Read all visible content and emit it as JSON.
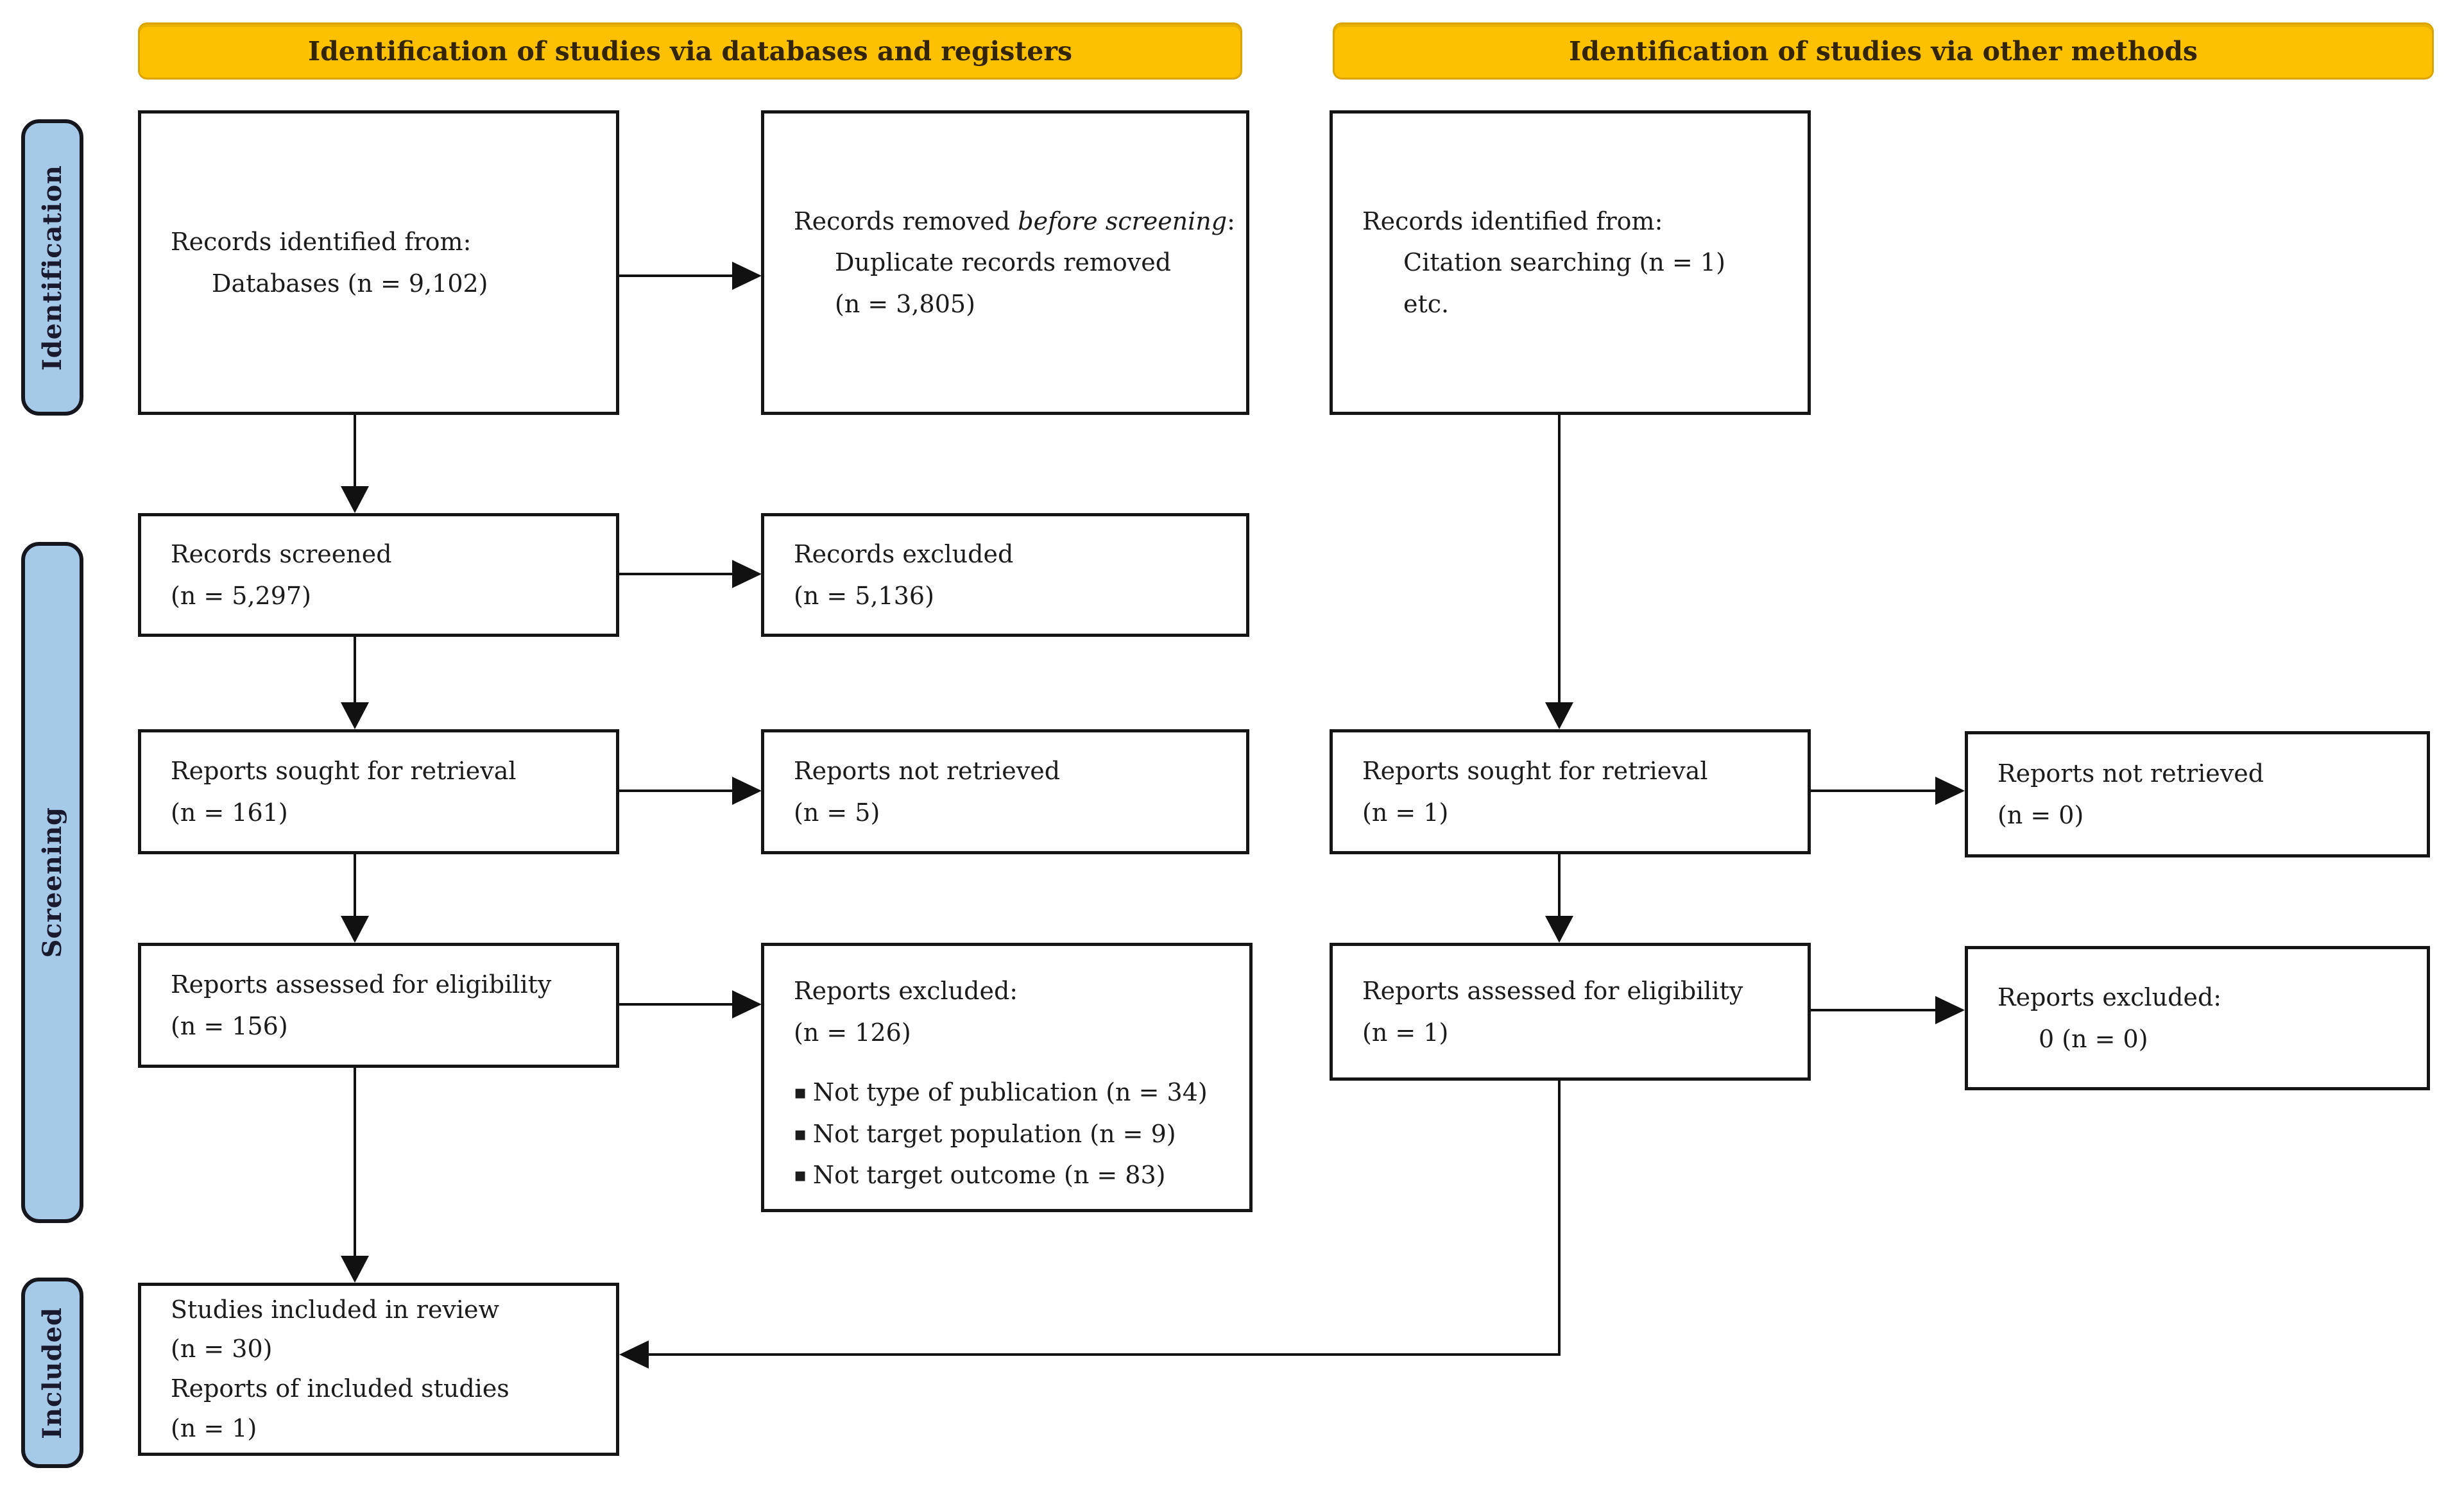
{
  "banners": {
    "left": "Identification of studies via databases and registers",
    "right": "Identification of studies via other methods"
  },
  "stage_labels": {
    "identification": "Identification",
    "screening": "Screening",
    "included": "Included"
  },
  "colors": {
    "banner_fill": "#FDC101",
    "banner_border": "#DCA400",
    "banner_text": "#332500",
    "stage_fill": "#A6C9E8",
    "stage_border": "#16161F",
    "stage_text": "#1A1A2E",
    "box_border": "#151515",
    "arrow": "#111111"
  },
  "boxes": {
    "records_identified_db": {
      "line1": "Records identified from:",
      "line2": "Databases (n = 9,102)"
    },
    "records_removed": {
      "line1_pre": "Records removed ",
      "line1_italic": "before screening",
      "line1_post": ":",
      "line2": "Duplicate records removed",
      "line3": "(n = 3,805)"
    },
    "records_identified_other": {
      "line1": "Records identified from:",
      "line2": "Citation searching (n = 1)",
      "line3": "etc."
    },
    "records_screened": {
      "line1": "Records screened",
      "line2": "(n = 5,297)"
    },
    "records_excluded": {
      "line1": "Records excluded",
      "line2": "(n = 5,136)"
    },
    "reports_sought_db": {
      "line1": "Reports sought for retrieval",
      "line2": "(n = 161)"
    },
    "reports_not_retrieved_db": {
      "line1": "Reports not retrieved",
      "line2": "(n = 5)"
    },
    "reports_assessed_db": {
      "line1": "Reports assessed for eligibility",
      "line2": "(n = 156)"
    },
    "reports_excluded_db": {
      "line1": "Reports excluded:",
      "line2": "(n = 126)",
      "bullets": [
        "Not type of publication (n = 34)",
        "Not target population (n = 9)",
        "Not target outcome (n = 83)"
      ]
    },
    "reports_sought_other": {
      "line1": "Reports sought for retrieval",
      "line2": "(n = 1)"
    },
    "reports_not_retrieved_other": {
      "line1": "Reports not retrieved",
      "line2": "(n = 0)"
    },
    "reports_assessed_other": {
      "line1": "Reports assessed for eligibility",
      "line2": "(n = 1)"
    },
    "reports_excluded_other": {
      "line1": "Reports excluded:",
      "line2": "0 (n = 0)"
    },
    "studies_included": {
      "line1": "Studies included in review",
      "line2": "(n = 30)",
      "line3": "Reports of included studies",
      "line4": "(n = 1)"
    }
  }
}
